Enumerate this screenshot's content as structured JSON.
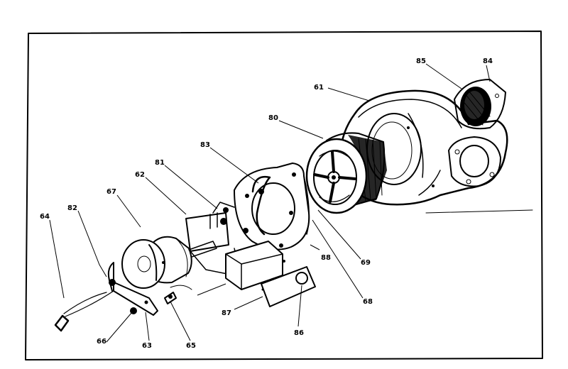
{
  "diagram": {
    "callouts": [
      {
        "id": "c84",
        "text": "84"
      },
      {
        "id": "c85",
        "text": "85"
      },
      {
        "id": "c61",
        "text": "61"
      },
      {
        "id": "c80",
        "text": "80"
      },
      {
        "id": "c83",
        "text": "83"
      },
      {
        "id": "c81",
        "text": "81"
      },
      {
        "id": "c62",
        "text": "62"
      },
      {
        "id": "c67",
        "text": "67"
      },
      {
        "id": "c82",
        "text": "82"
      },
      {
        "id": "c64",
        "text": "64"
      },
      {
        "id": "c69",
        "text": "69"
      },
      {
        "id": "c88",
        "text": "88"
      },
      {
        "id": "c68",
        "text": "68"
      },
      {
        "id": "c87",
        "text": "87"
      },
      {
        "id": "c86",
        "text": "86"
      },
      {
        "id": "c66",
        "text": "66"
      },
      {
        "id": "c63",
        "text": "63"
      },
      {
        "id": "c65",
        "text": "65"
      }
    ]
  }
}
